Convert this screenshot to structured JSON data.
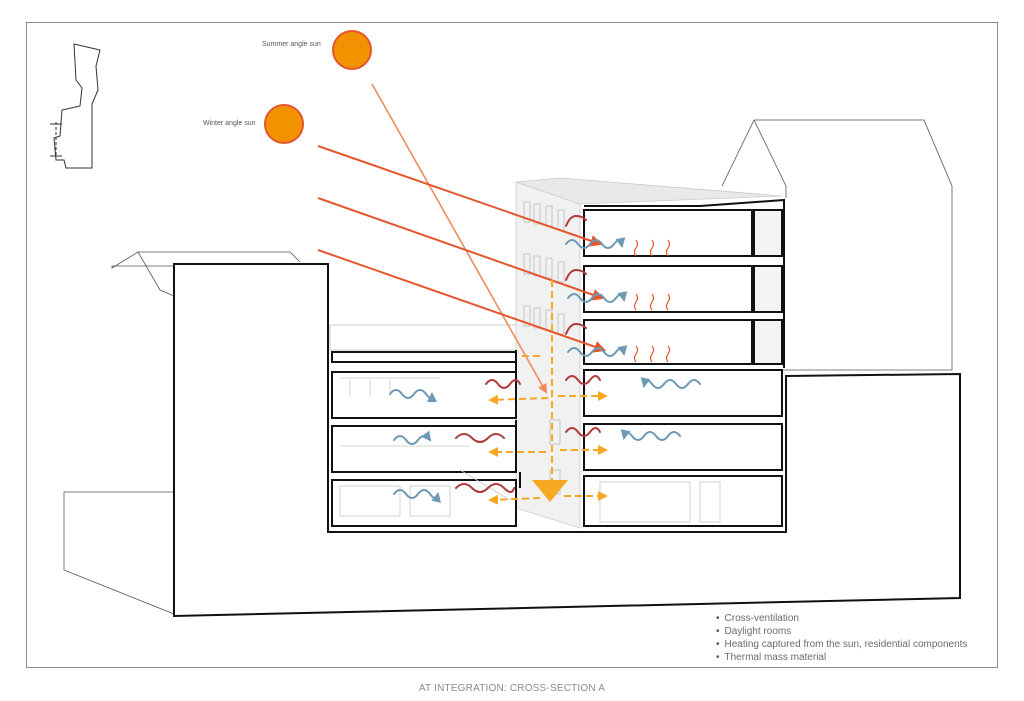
{
  "labels": {
    "summer_sun": "Summer angle sun",
    "winter_sun": "Winter angle sun"
  },
  "legend": {
    "items": [
      "Cross-ventilation",
      "Daylight rooms",
      "Heating captured from the sun, residential components",
      "Thermal mass material"
    ]
  },
  "caption": "AT INTEGRATION: CROSS-SECTION A",
  "colors": {
    "sun_fill": "#f39200",
    "sun_stroke": "#e4572e",
    "ray": "#e4572e",
    "summer_ray": "#f08a5d",
    "light_flow": "#f7a823",
    "warm_air": "#b33a3a",
    "cool_air": "#6e9ab5",
    "outline": "#111111"
  }
}
